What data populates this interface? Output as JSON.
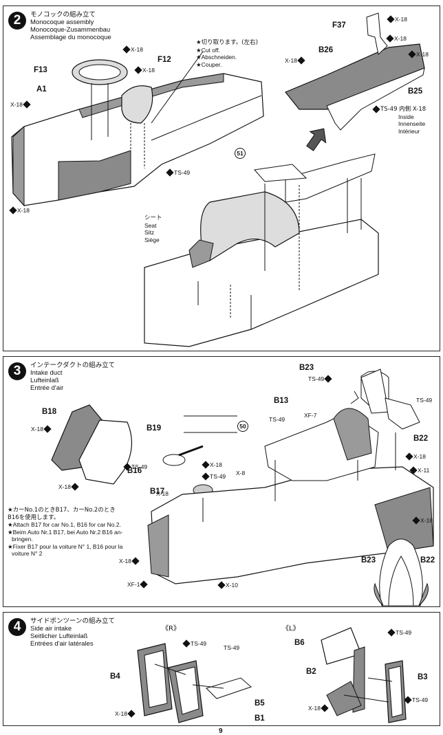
{
  "step2": {
    "number": "2",
    "title_jp": "モノコックの組み立て",
    "title_en": "Monocoque assembly",
    "title_de": "Monocoque-Zusammenbau",
    "title_fr": "Assemblage du monocoque",
    "parts": {
      "f13": "F13",
      "f12": "F12",
      "a1": "A1",
      "f37": "F37",
      "b26": "B26",
      "b25": "B25"
    },
    "paints": {
      "x18": "X-18",
      "ts49": "TS-49"
    },
    "cut_note": {
      "jp": "★切り取ります。(左右)",
      "en": "★Cut off.",
      "de": "★Abschneiden.",
      "fr": "★Couper."
    },
    "ref_number": "51",
    "inside_note": {
      "code": "TS-49 内側 X-18",
      "en": "Inside",
      "de": "Innenseite",
      "fr": "Intérieur"
    },
    "seat_label": {
      "jp": "シート",
      "en": "Seat",
      "de": "Sitz",
      "fr": "Siège"
    }
  },
  "step3": {
    "number": "3",
    "title_jp": "インテークダクトの組み立て",
    "title_en": "Intake duct",
    "title_de": "Lufteinlaß",
    "title_fr": "Entrée d'air",
    "parts": {
      "b18": "B18",
      "b19": "B19",
      "b16": "B16",
      "b17": "B17",
      "b13": "B13",
      "b23": "B23",
      "b22": "B22"
    },
    "paints": {
      "x18": "X-18",
      "ts49": "TS-49",
      "xf7": "XF-7",
      "x8": "X-8",
      "x11": "X-11",
      "x10": "X-10",
      "xf1": "XF-1"
    },
    "ref_number": "50",
    "note": [
      "★カーNo.1のときB17、カーNo.2のとき",
      "B16を使用します。",
      "★Attach B17 for car No.1, B16 for car No.2.",
      "★Beim Auto Nr.1 B17, bei Auto Nr.2 B16 an-",
      "bringen.",
      "★Fixer B17 pour la voiture N° 1, B16 pour la",
      "voiture N° 2"
    ]
  },
  "step4": {
    "number": "4",
    "title_jp": "サイドポンツーンの組み立て",
    "title_en": "Side air intake",
    "title_de": "Seitlicher Lufteinlaß",
    "title_fr": "Entrées d'air latérales",
    "right_label": "《R》",
    "left_label": "《L》",
    "parts": {
      "b4": "B4",
      "b5": "B5",
      "b1": "B1",
      "b6": "B6",
      "b2": "B2",
      "b3": "B3"
    },
    "paints": {
      "ts49": "TS-49",
      "x18": "X-18"
    }
  },
  "page_number": "9"
}
